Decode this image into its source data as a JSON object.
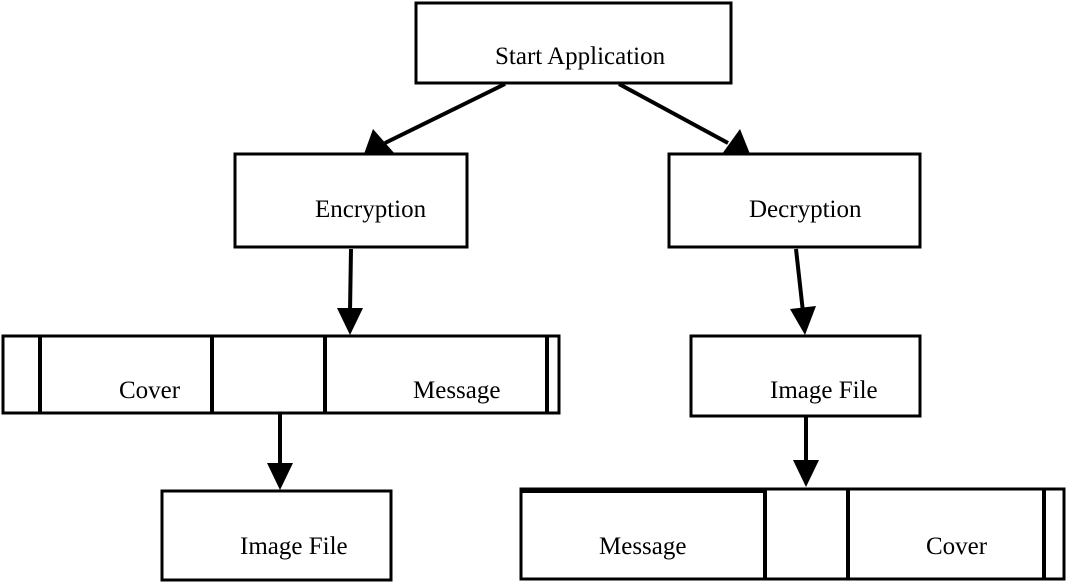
{
  "nodes": {
    "start": "Start Application",
    "encryption": "Encryption",
    "decryption": "Decryption",
    "enc_cover": "Cover",
    "enc_message": "Message",
    "enc_image_file": "Image File",
    "dec_image_file": "Image File",
    "dec_message": "Message",
    "dec_cover": "Cover"
  },
  "colors": {
    "stroke": "#000000",
    "background": "#ffffff"
  }
}
